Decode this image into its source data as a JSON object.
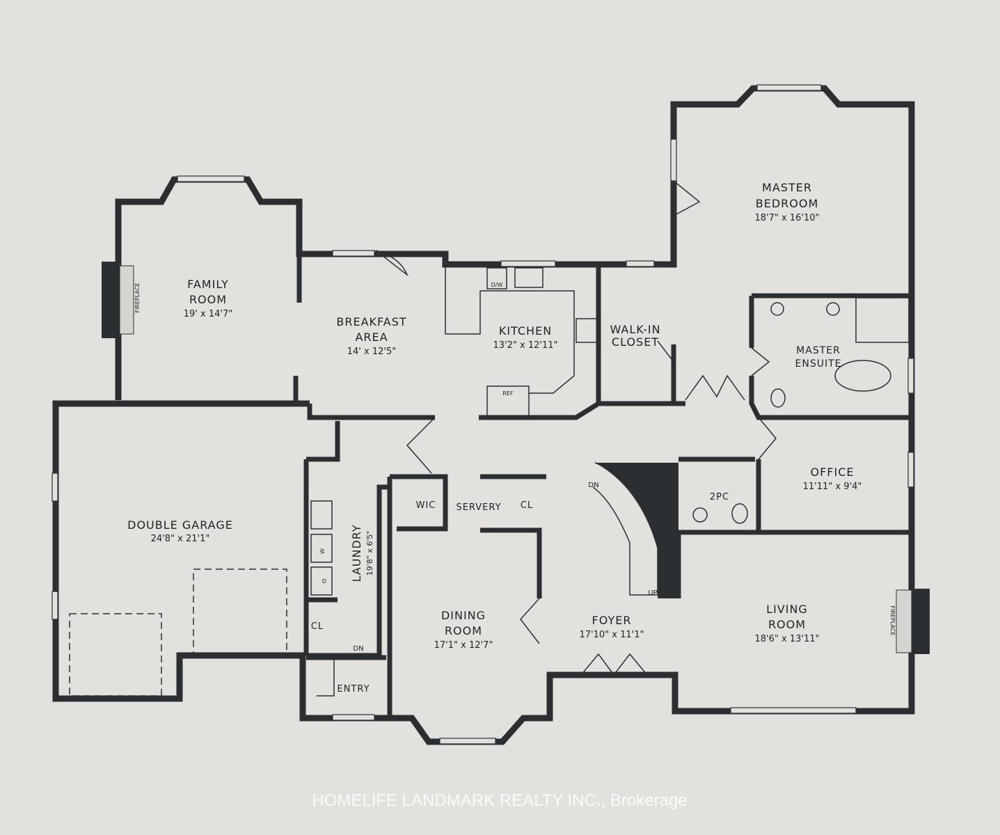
{
  "rooms": {
    "master_bedroom": {
      "name_1": "MASTER",
      "name_2": "BEDROOM",
      "size": "18'7\" x 16'10\""
    },
    "family_room": {
      "name_1": "FAMILY",
      "name_2": "ROOM",
      "size": "19' x 14'7\""
    },
    "breakfast_area": {
      "name_1": "BREAKFAST",
      "name_2": "AREA",
      "size": "14' x 12'5\""
    },
    "kitchen": {
      "name": "KITCHEN",
      "size": "13'2\" x 12'11\""
    },
    "walk_in_closet": {
      "name_1": "WALK-IN",
      "name_2": "CLOSET"
    },
    "master_ensuite": {
      "name_1": "MASTER",
      "name_2": "ENSUITE"
    },
    "office": {
      "name": "OFFICE",
      "size": "11'11\" x 9'4\""
    },
    "powder_room": {
      "name": "2PC"
    },
    "double_garage": {
      "name": "DOUBLE GARAGE",
      "size": "24'8\" x 21'1\""
    },
    "laundry": {
      "name": "LAUNDRY",
      "size": "19'8\" x 6'5\""
    },
    "wic": {
      "name": "WIC"
    },
    "servery": {
      "name": "SERVERY"
    },
    "closet_servery": {
      "name": "CL"
    },
    "closet_laundry": {
      "name": "CL"
    },
    "dining_room": {
      "name_1": "DINING",
      "name_2": "ROOM",
      "size": "17'1\" x 12'7\""
    },
    "foyer": {
      "name": "FOYER",
      "size": "17'10\" x 11'1\""
    },
    "living_room": {
      "name_1": "LIVING",
      "name_2": "ROOM",
      "size": "18'6\" x 13'11\""
    },
    "entry": {
      "name": "ENTRY"
    }
  },
  "fixtures": {
    "fireplace_family": "FIREPLACE",
    "fireplace_living": "FIREPLACE",
    "dishwasher": "D/W",
    "fridge": "REF",
    "washer": "W",
    "dryer": "D",
    "stairs_down": "DN",
    "stairs_up": "UP",
    "laundry_down": "DN"
  },
  "watermark": "HOMELIFE LANDMARK REALTY INC., Brokerage"
}
